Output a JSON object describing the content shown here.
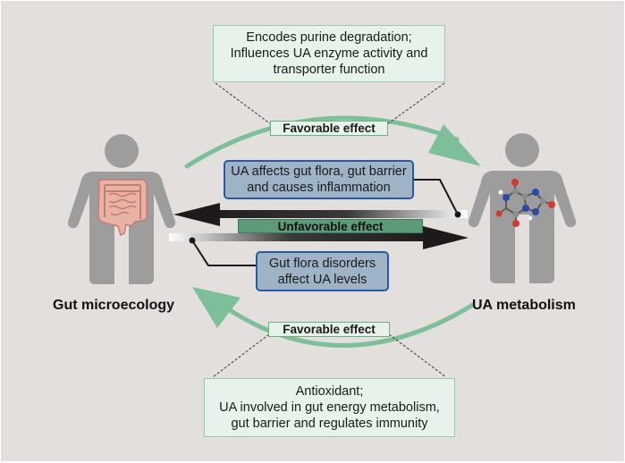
{
  "top_box": {
    "lines": [
      "Encodes purine degradation;",
      "Influences UA enzyme activity and",
      "transporter function"
    ]
  },
  "favorable_top": "Favorable effect",
  "box_ua_affects": {
    "lines": [
      "UA affects gut flora, gut barrier",
      "and causes inflammation"
    ]
  },
  "unfavorable": "Unfavorable effect",
  "box_flora_disorders": {
    "lines": [
      "Gut flora disorders",
      "affect UA levels"
    ]
  },
  "favorable_bottom": "Favorable effect",
  "bottom_box": {
    "lines": [
      "Antioxidant;",
      "UA involved in gut energy metabolism,",
      "gut barrier and regulates immunity"
    ]
  },
  "left_label": "Gut microecology",
  "right_label": "UA metabolism",
  "colors": {
    "background": "#e3dfdc",
    "figure": "#9d9d9d",
    "green_arrow": "#7dbf98",
    "green_tag": "#5c9a78",
    "blue_border": "#2a58a5",
    "blue_fill": "#9eb3c6",
    "dark_arrow": "#1c1a1a"
  },
  "icons": {
    "left_figure": "human-figure-with-intestine-icon",
    "right_figure": "human-figure-with-uric-acid-molecule-icon"
  }
}
